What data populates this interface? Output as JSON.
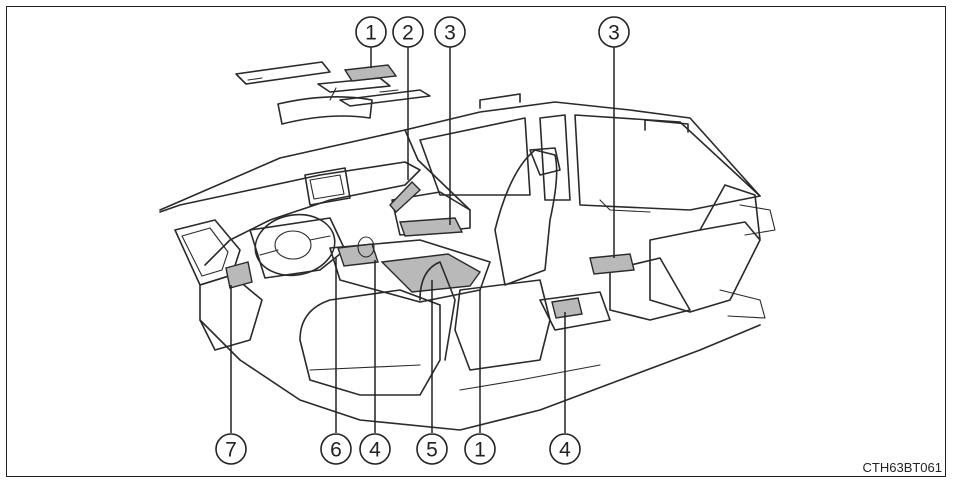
{
  "callouts": [
    {
      "id": "c1-top",
      "label": "1"
    },
    {
      "id": "c2-top",
      "label": "2"
    },
    {
      "id": "c3-top",
      "label": "3"
    },
    {
      "id": "c3-right",
      "label": "3"
    },
    {
      "id": "c7-bottom",
      "label": "7"
    },
    {
      "id": "c6-bottom",
      "label": "6"
    },
    {
      "id": "c4-bottom",
      "label": "4"
    },
    {
      "id": "c5-bottom",
      "label": "5"
    },
    {
      "id": "c1-bottom",
      "label": "1"
    },
    {
      "id": "c4-right",
      "label": "4"
    }
  ],
  "figure_code": "CTH63BT061",
  "colors": {
    "line": "#2a2a2a",
    "highlight": "#b9b9b9",
    "background": "#ffffff"
  }
}
